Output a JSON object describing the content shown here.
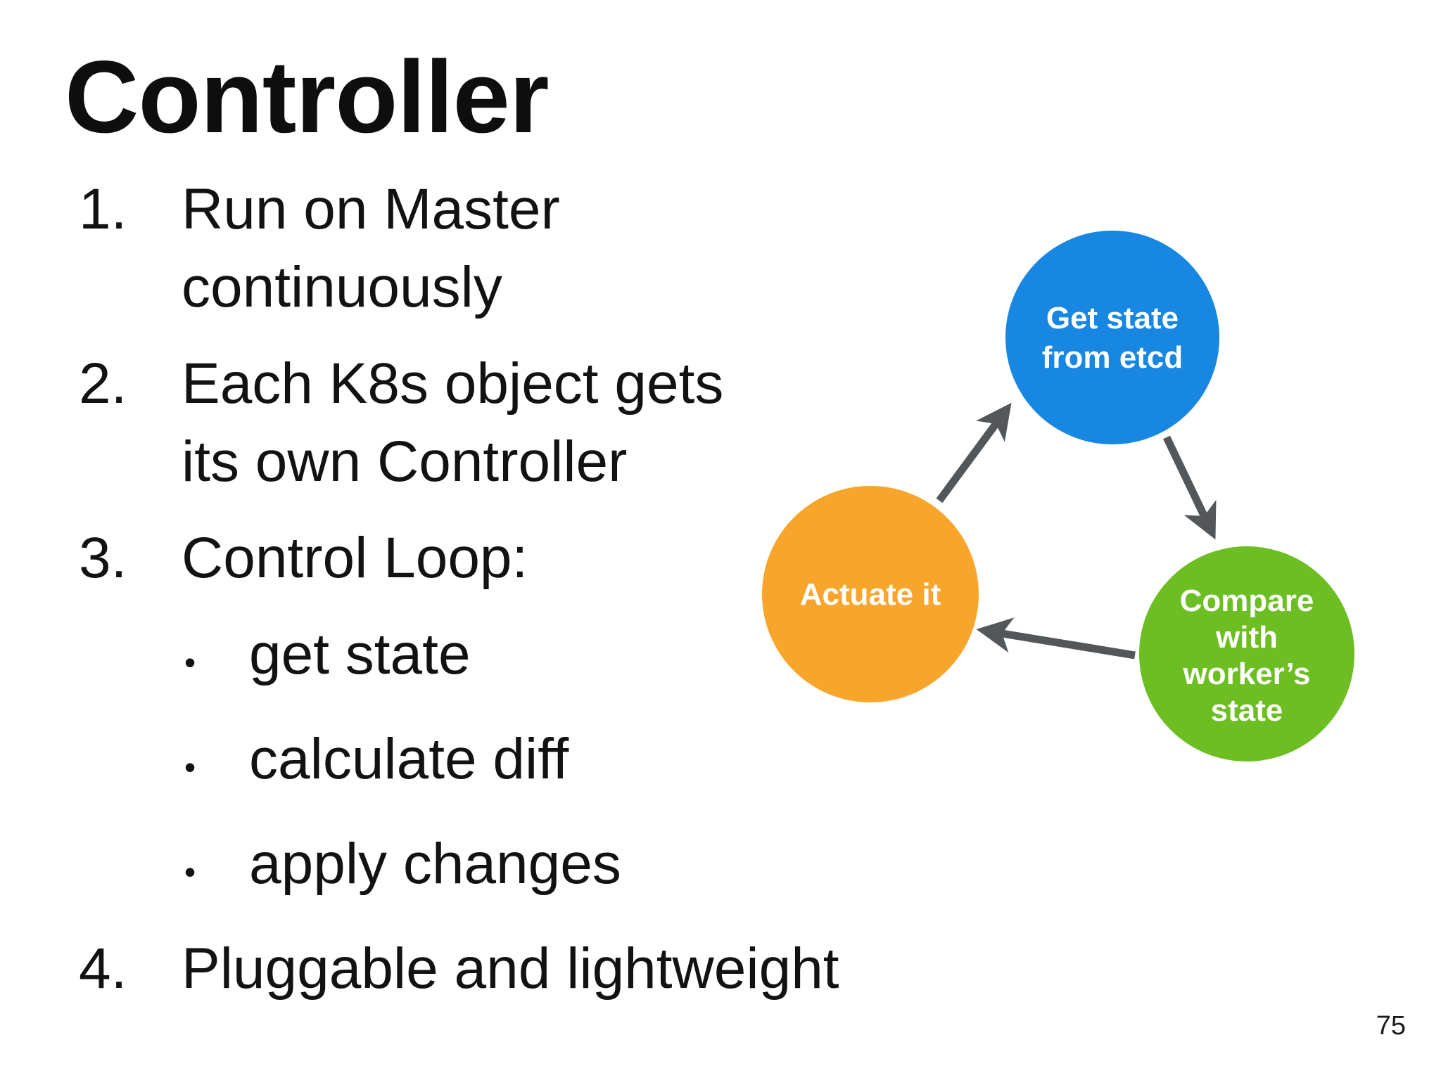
{
  "slide": {
    "title": "Controller",
    "page_number": "75",
    "background_color": "#ffffff",
    "text_color": "#121212"
  },
  "list": {
    "bullet_glyph": "•",
    "items": [
      {
        "number": "1.",
        "lines": [
          "Run on Master",
          "continuously"
        ]
      },
      {
        "number": "2.",
        "lines": [
          "Each K8s object gets",
          "its own Controller"
        ]
      },
      {
        "number": "3.",
        "lines": [
          "Control Loop:"
        ],
        "bullets": [
          "get state",
          "calculate diff",
          "apply changes"
        ]
      },
      {
        "number": "4.",
        "lines": [
          "Pluggable and lightweight"
        ]
      }
    ]
  },
  "diagram": {
    "type": "cycle",
    "arrow_color": "#53575a",
    "nodes": {
      "etcd": {
        "color": "#1787e2",
        "label_lines": [
          "Get state",
          "from etcd"
        ]
      },
      "actuate": {
        "color": "#f8a62b",
        "label_lines": [
          "Actuate it"
        ]
      },
      "compare": {
        "color": "#6cbe22",
        "label_lines": [
          "Compare",
          "with",
          "worker’s",
          "state"
        ]
      }
    },
    "edges": [
      {
        "from": "actuate",
        "to": "etcd"
      },
      {
        "from": "etcd",
        "to": "compare"
      },
      {
        "from": "compare",
        "to": "actuate"
      }
    ]
  }
}
